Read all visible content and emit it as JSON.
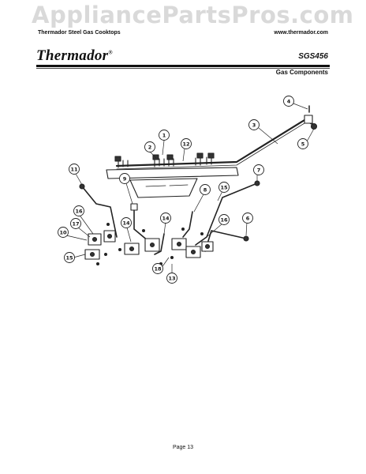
{
  "watermark": "AppliancePartsPros.com",
  "header": {
    "left": "Thermador Steel Gas Cooktops",
    "right": "www.thermador.com",
    "brand": "Thermador",
    "brand_mark": "®",
    "model": "SGS456",
    "section": "Gas Components"
  },
  "callouts": [
    "4",
    "3",
    "5",
    "1",
    "12",
    "2",
    "11",
    "7",
    "9",
    "8",
    "15",
    "16",
    "14",
    "6",
    "10",
    "17",
    "14",
    "16",
    "15",
    "18",
    "13"
  ],
  "footer": {
    "page": "Page 13"
  },
  "icons": [
    "gas-manifold-pipe",
    "burner-valve",
    "orifice",
    "ignition-switch",
    "bracket"
  ]
}
